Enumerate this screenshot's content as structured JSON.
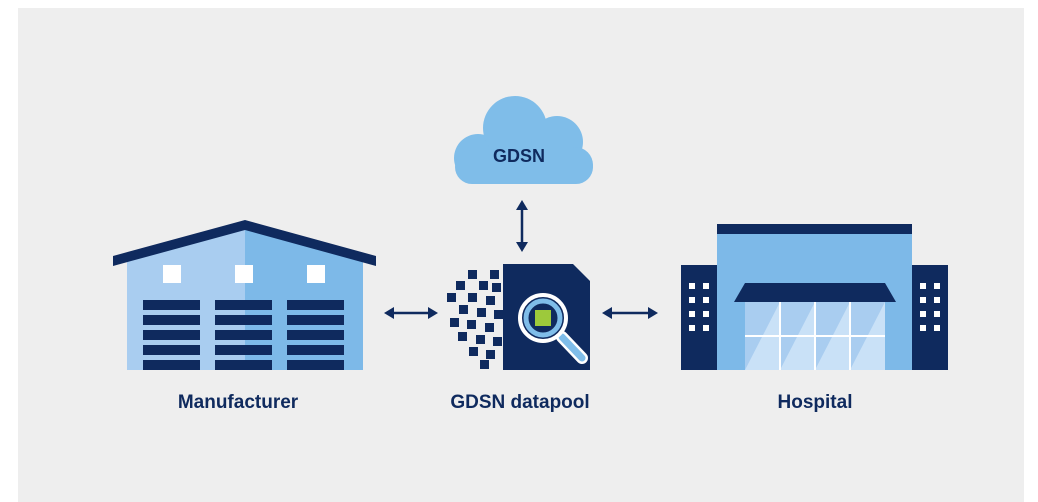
{
  "nodes": {
    "cloud": {
      "label": "GDSN"
    },
    "manufacturer": {
      "label": "Manufacturer"
    },
    "datapool": {
      "label": "GDSN datapool"
    },
    "hospital": {
      "label": "Hospital"
    }
  },
  "colors": {
    "background": "#eeeeee",
    "navy": "#0f2a5e",
    "light_blue": "#7db9e8",
    "pale_blue": "#a9cdf0",
    "cloud_blue": "#7fbde9",
    "accent_green": "#9dc93b",
    "white": "#ffffff"
  },
  "icons": [
    "warehouse-icon",
    "cloud-icon",
    "datapool-magnifier-icon",
    "hospital-icon",
    "double-arrow-icon"
  ]
}
